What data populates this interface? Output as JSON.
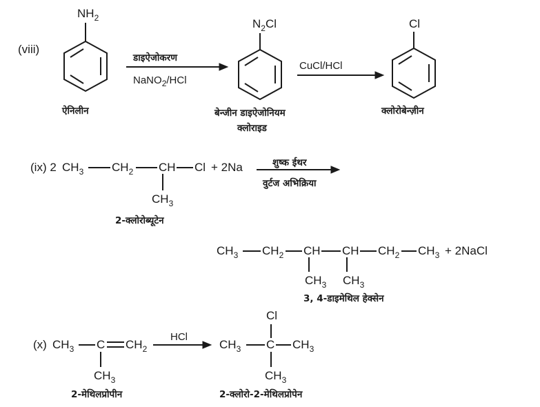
{
  "r8": {
    "label": "(viii)",
    "aniline": {
      "group_main": "NH",
      "group_sub": "2",
      "name": "ऐनिलीन"
    },
    "arrow1": {
      "above": "डाइऐजोकरण",
      "below_a": "NaNO",
      "below_sub": "2",
      "below_b": "/HCl"
    },
    "diazonium": {
      "g_a": "N",
      "g_sub": "2",
      "g_b": "Cl",
      "name_line1": "बेन्जीन डाइऐजोनियम",
      "name_line2": "क्लोराइड"
    },
    "arrow2": {
      "above": "CuCl/HCl"
    },
    "chloro": {
      "group": "Cl",
      "name": "क्लोरोबेन्ज़ीन"
    }
  },
  "r9": {
    "label": "(ix) 2",
    "ch3": "CH",
    "sub3": "3",
    "ch2": "CH",
    "sub2": "2",
    "ch": "CH",
    "cl": "Cl",
    "plus_na": "+ 2Na",
    "arrow_above": "शुष्क ईथर",
    "arrow_below": "वुर्टज अभिक्रिया",
    "reactant_name": "2-क्लोरोब्यूटेन",
    "plus_nacl": "+ 2NaCl",
    "product_name": "3, 4-डाइमेथिल हेक्सेन"
  },
  "r10": {
    "label": "(x)",
    "ch3": "CH",
    "sub3": "3",
    "c": "C",
    "ch2": "CH",
    "sub2": "2",
    "arrow_above": "HCl",
    "cl": "Cl",
    "reactant_name": "2-मेथिलप्रोपीन",
    "product_name": "2-क्लोरो-2-मेथिलप्रोपेन"
  }
}
